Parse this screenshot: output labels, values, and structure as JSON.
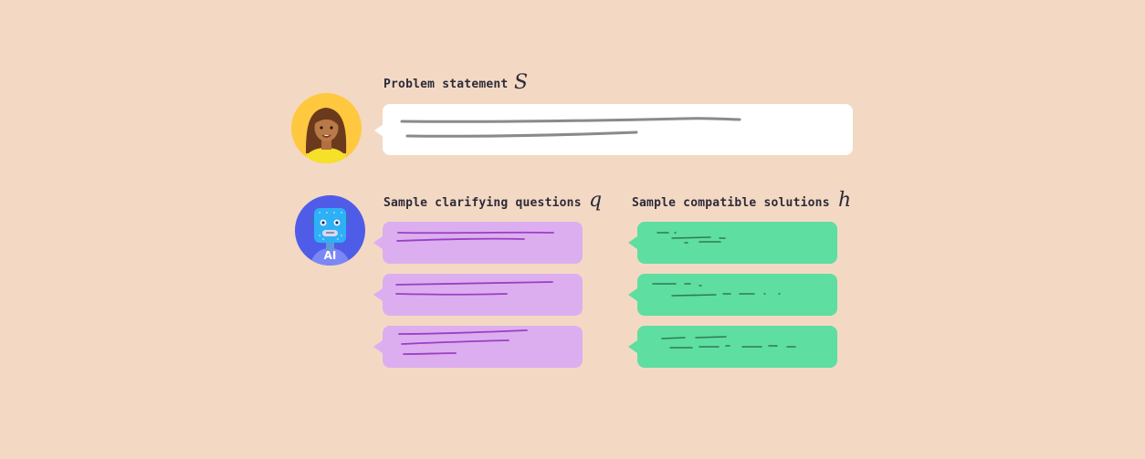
{
  "problem": {
    "heading": "Problem statement",
    "symbol": "S"
  },
  "questions": {
    "heading": "Sample clarifying questions",
    "symbol": "q"
  },
  "solutions": {
    "heading": "Sample compatible solutions",
    "symbol": "h"
  },
  "ai_avatar": {
    "label": "AI"
  },
  "colors": {
    "background": "#f3d9c3",
    "problem_bubble": "#ffffff",
    "question_bubble": "#dcaef0",
    "solution_bubble": "#5edea0",
    "question_scribble": "#9a3fc4",
    "solution_scribble": "#2e7a55",
    "problem_scribble": "#8a8a8a",
    "human_avatar_bg": "#ffc83f",
    "ai_avatar_bg": "#4f5ce8"
  }
}
